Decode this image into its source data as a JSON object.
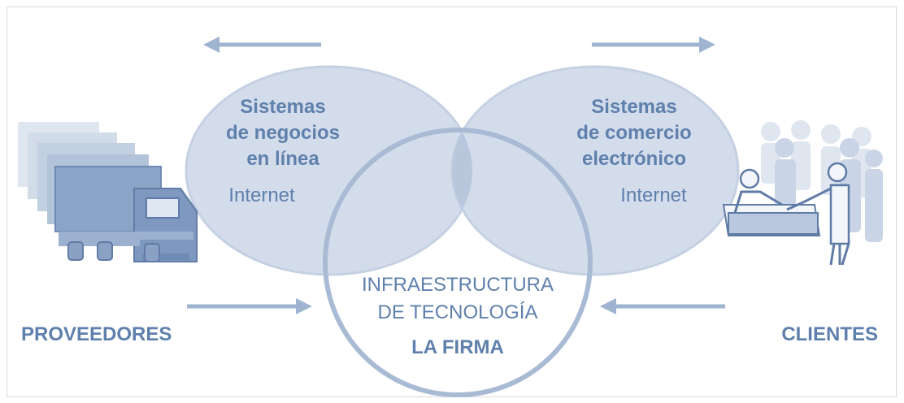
{
  "left_circle": {
    "title_lines": [
      "Sistemas",
      "de negocios",
      "en línea"
    ],
    "network": "Internet"
  },
  "right_circle": {
    "title_lines": [
      "Sistemas",
      "de comercio",
      "electrónico"
    ],
    "network": "Internet"
  },
  "center_circle": {
    "infra_lines": [
      "INFRAESTRUCTURA",
      "DE TECNOLOGÍA"
    ],
    "firm": "LA FIRMA"
  },
  "left_party": "PROVEEDORES",
  "right_party": "CLIENTES",
  "colors": {
    "accent": "#5f80ad",
    "circle_fill": "#d3dcea",
    "overlap_fill": "#b8c7dc",
    "ring": "#a9bbd4",
    "arrow": "#9eb4d1"
  },
  "icons": [
    "truck-icon",
    "customers-icon"
  ]
}
